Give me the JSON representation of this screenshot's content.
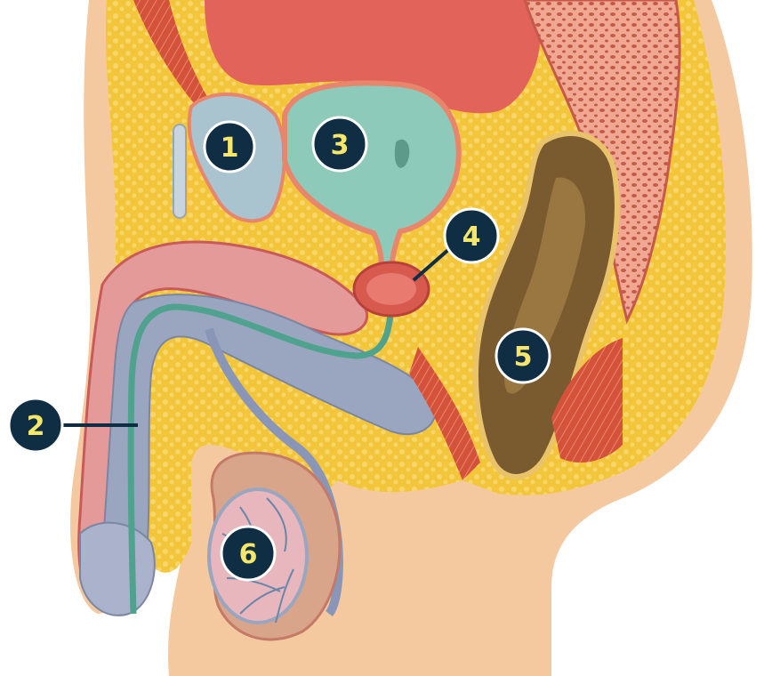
{
  "diagram": {
    "colors": {
      "background": "#ffffff",
      "skin": "#f4c9a0",
      "fat": "#f2c53a",
      "fat_dot": "#f7d76a",
      "muscle": "#d4523a",
      "muscle_light": "#e8866d",
      "organ_blue": "#a9c3cf",
      "bladder_teal": "#8ecab9",
      "prostate": "#d85a4f",
      "rectum_brown": "#7a5a2f",
      "erectile": "#e59a9a",
      "shaft_grey": "#9aa6c0",
      "urethra": "#4fa28e",
      "testis_pink": "#e7b7bd",
      "callout_fill": "#0f2e44",
      "callout_border": "#ffffff",
      "callout_text": "#f6e76a",
      "leader_line": "#0f2e44"
    },
    "labels": [
      {
        "id": "1",
        "text": "1",
        "target": "pubic-bone"
      },
      {
        "id": "2",
        "text": "2",
        "target": "urethra"
      },
      {
        "id": "3",
        "text": "3",
        "target": "bladder"
      },
      {
        "id": "4",
        "text": "4",
        "target": "prostate"
      },
      {
        "id": "5",
        "text": "5",
        "target": "rectum"
      },
      {
        "id": "6",
        "text": "6",
        "target": "testis"
      }
    ]
  }
}
